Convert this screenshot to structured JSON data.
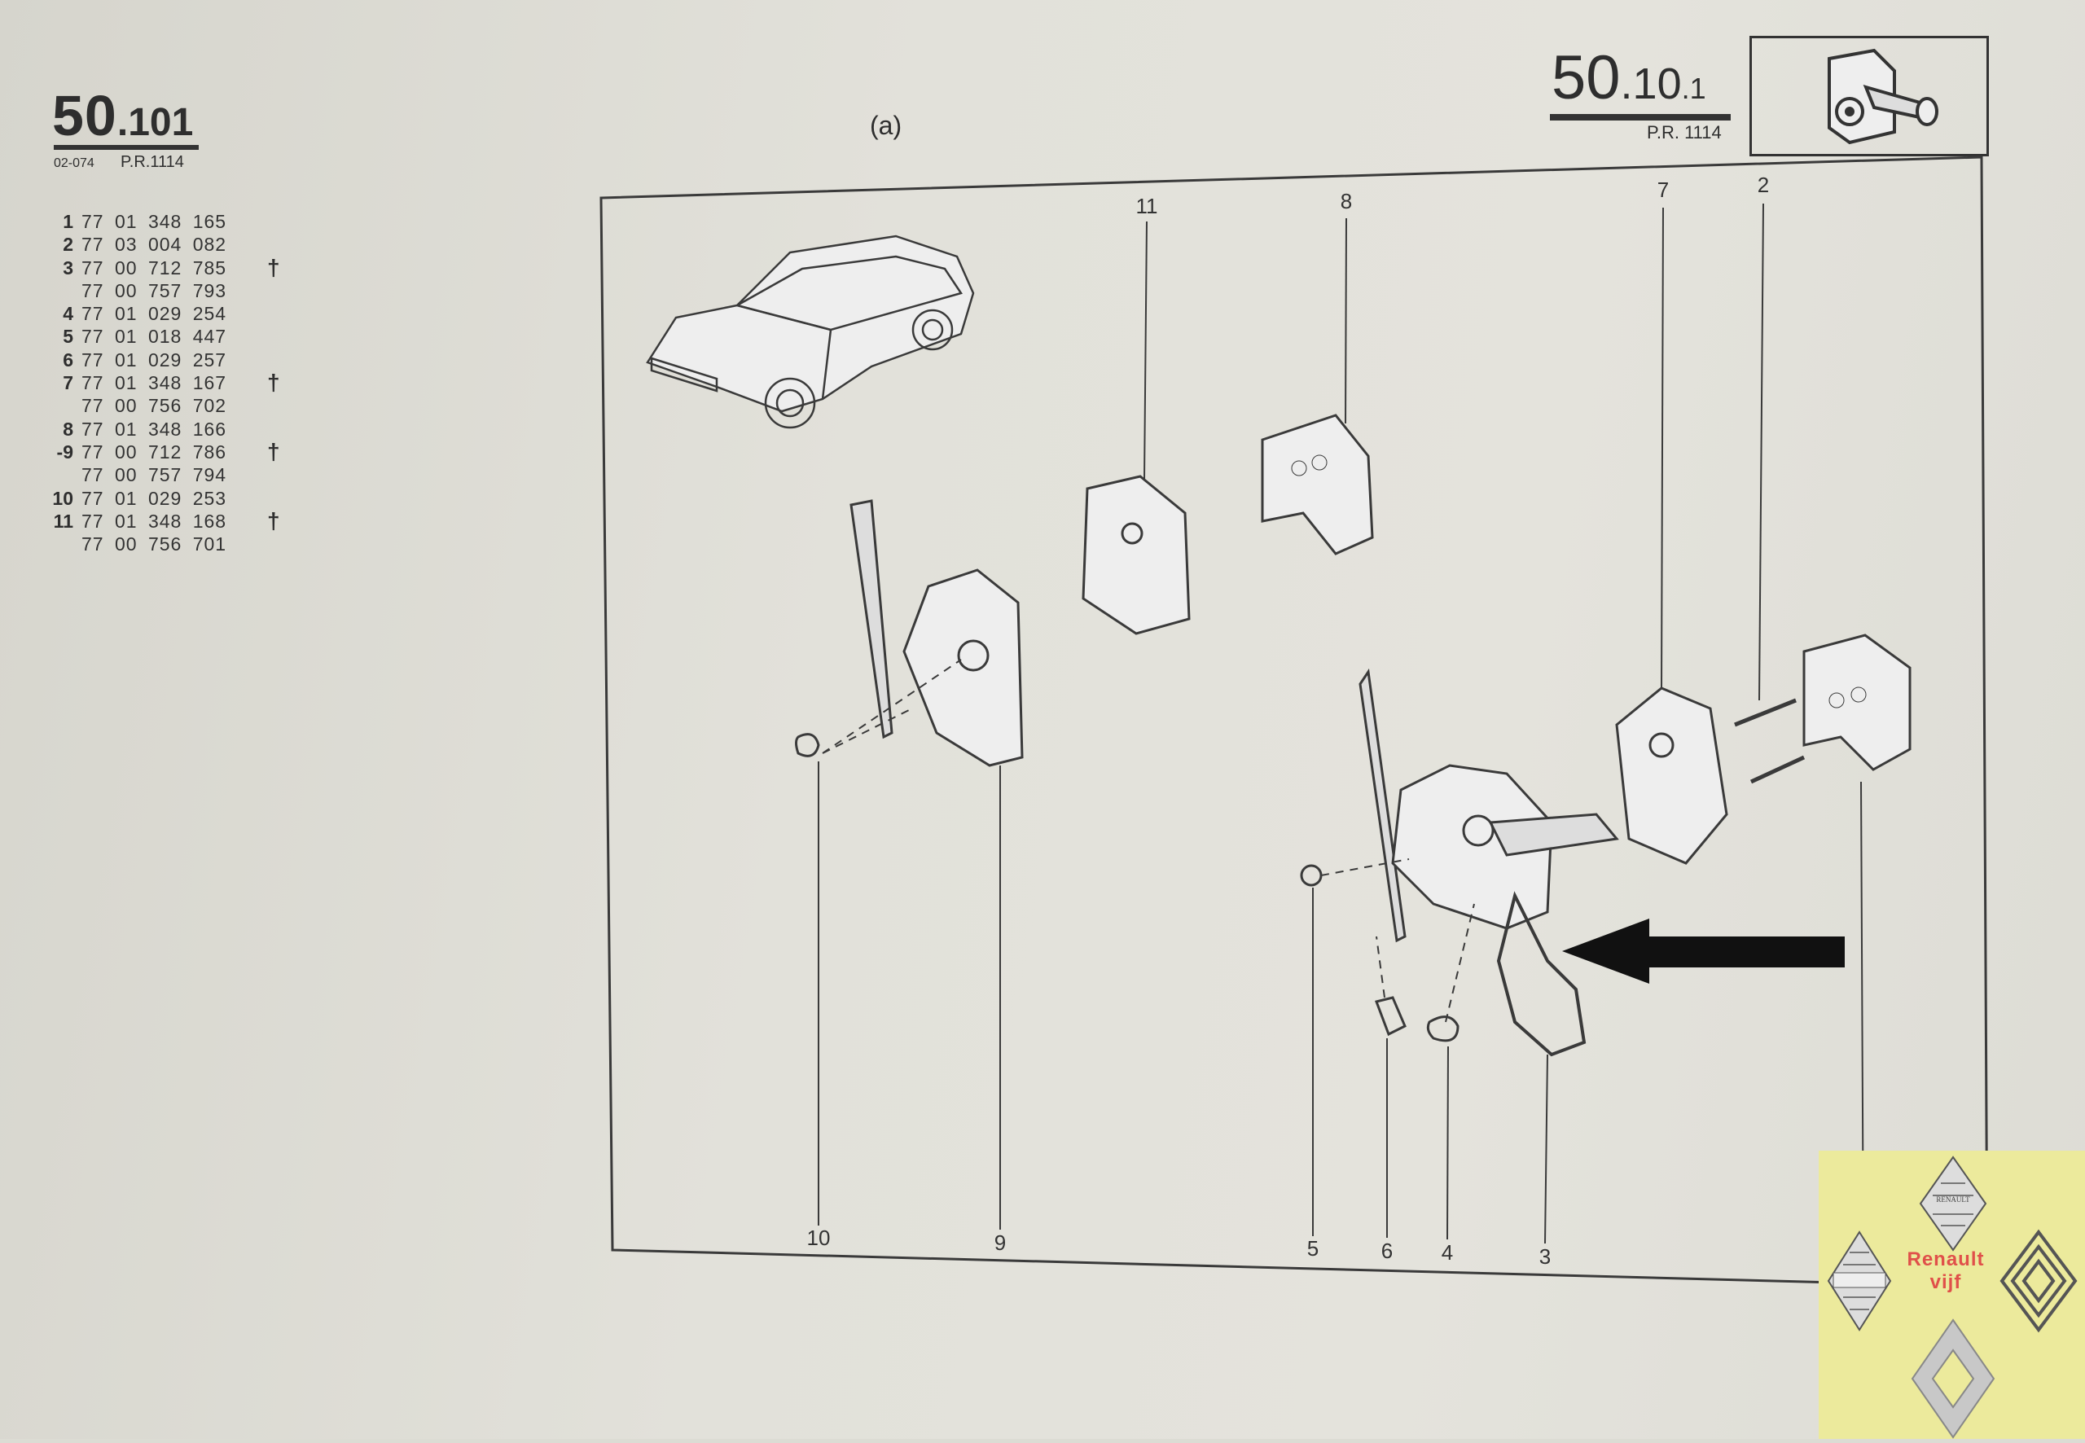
{
  "header_left": {
    "section": "50",
    "subsection": ".101",
    "code": "02-074",
    "pr": "P.R.1114"
  },
  "header_right": {
    "section": "50",
    "subsection": ".10",
    "index": ".1",
    "pr": "P.R. 1114",
    "icon": "door-lock-icon"
  },
  "variant_label": "(a)",
  "parts_list": [
    {
      "ref": "1",
      "number": "77 01 348 165",
      "mark": ""
    },
    {
      "ref": "2",
      "number": "77 03 004 082",
      "mark": ""
    },
    {
      "ref": "3",
      "number": "77 00 712 785",
      "mark": "†"
    },
    {
      "ref": "",
      "number": "77 00 757 793",
      "mark": ""
    },
    {
      "ref": "4",
      "number": "77 01 029 254",
      "mark": ""
    },
    {
      "ref": "5",
      "number": "77 01 018 447",
      "mark": ""
    },
    {
      "ref": "6",
      "number": "77 01 029 257",
      "mark": ""
    },
    {
      "ref": "7",
      "number": "77 01 348 167",
      "mark": "†"
    },
    {
      "ref": "",
      "number": "77 00 756 702",
      "mark": ""
    },
    {
      "ref": "8",
      "number": "77 01 348 166",
      "mark": ""
    },
    {
      "ref": "-9",
      "number": "77 00 712 786",
      "mark": "†"
    },
    {
      "ref": "",
      "number": "77 00 757 794",
      "mark": ""
    },
    {
      "ref": "10",
      "number": "77 01 029 253",
      "mark": ""
    },
    {
      "ref": "11",
      "number": "77 01 348 168",
      "mark": "†"
    },
    {
      "ref": "",
      "number": "77 00 756 701",
      "mark": ""
    }
  ],
  "callouts": {
    "c11": "11",
    "c8": "8",
    "c7": "7",
    "c2": "2",
    "c10": "10",
    "c9": "9",
    "c5": "5",
    "c6": "6",
    "c4": "4",
    "c3": "3"
  },
  "watermark": {
    "line1": "Renault",
    "line2": "vijf",
    "logo_text": "RENAULT",
    "color": "#e0504a"
  }
}
